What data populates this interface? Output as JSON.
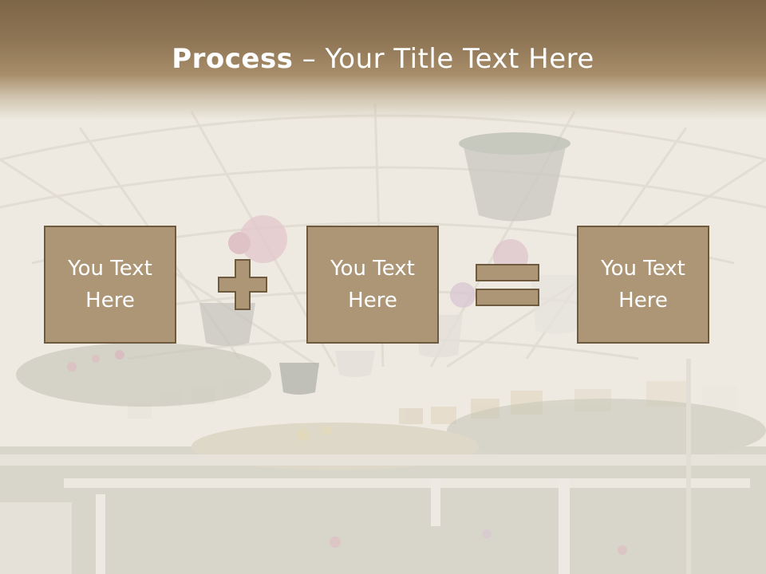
{
  "slide": {
    "title_bold": "Process",
    "title_rest": " – Your Title Text Here",
    "boxes": [
      {
        "text": "You Text\nHere"
      },
      {
        "text": "You Text\nHere"
      },
      {
        "text": "You Text\nHere"
      }
    ],
    "operators": [
      "plus",
      "equals"
    ]
  },
  "colors": {
    "title_band": "#8f7655",
    "box_fill": "#ad9676",
    "box_border": "#6e5a3e",
    "text": "#ffffff"
  }
}
